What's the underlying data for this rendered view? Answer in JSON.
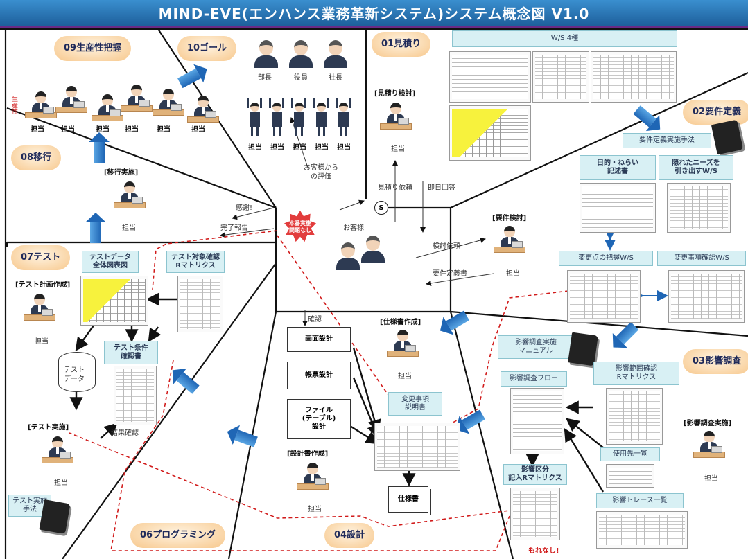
{
  "title": "MIND-EVE(エンハンス業務革新システム)システム概念図 V1.0",
  "phases": {
    "p01": "01見積り",
    "p02": "02要件定義",
    "p03": "03影響調査",
    "p04": "04設計",
    "p06": "06プログラミング",
    "p07": "07テスト",
    "p08": "08移行",
    "p09": "09生産性把握",
    "p10": "10ゴール"
  },
  "roles": {
    "tanto": "担当",
    "bucho": "部長",
    "yakuin": "役員",
    "shacho": "社長",
    "customer": "お客様"
  },
  "center": {
    "badge": "本番実施\n問題なし",
    "s_badge": "S",
    "thanks": "感謝!",
    "done_report": "完了報告",
    "customer_eval": "お客様から\nの評価",
    "estimate_request": "見積り依頼",
    "same_day_reply": "即日回答",
    "review_request": "検討依頼",
    "req_spec_doc": "要件定義書",
    "confirm": "確認"
  },
  "estimate": {
    "activity": "[見積り検討]",
    "ws_title": "W/S 4種"
  },
  "requirements": {
    "activity": "[要件検討]",
    "method": "要件定義実施手法",
    "doc1": "目的・ねらい\n記述書",
    "doc2": "隠れたニーズを\n引き出すW/S",
    "ws1": "変更点の把握W/S",
    "ws2": "変更事項確認W/S"
  },
  "impact": {
    "activity": "[影響調査実施]",
    "manual": "影響調査実施\nマニュアル",
    "flow": "影響調査フロー",
    "matrix": "影響範囲確認\nRマトリクス",
    "usage_list": "使用先一覧",
    "category_matrix": "影響区分\n記入Rマトリクス",
    "trace_list": "影響トレース一覧",
    "no_miss": "もれなし!"
  },
  "design": {
    "activity_spec": "[仕様書作成]",
    "activity_design": "[設計書作成]",
    "screen": "画面設計",
    "report": "帳票設計",
    "file": "ファイル\n(テーブル)\n設計",
    "change_doc": "変更事項\n説明書",
    "spec": "仕様書"
  },
  "test": {
    "activity_plan": "[テスト計画作成]",
    "activity_exec": "[テスト実施]",
    "data_matrix": "テストデータ\n全体図表図",
    "target_matrix": "テスト対象確認\nRマトリクス",
    "case_doc": "テスト条件\n確認書",
    "test_data": "テスト\nデータ",
    "result_check": "結果確認",
    "method": "テスト実施\n手法"
  },
  "migration": {
    "activity": "[移行実施]"
  },
  "productivity": {
    "side": "生産性"
  }
}
